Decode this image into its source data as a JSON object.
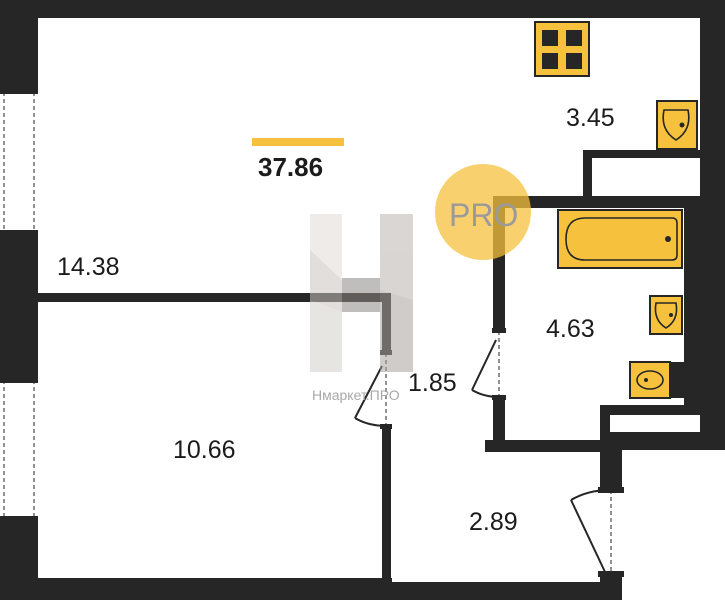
{
  "plan": {
    "total_area": "37.86",
    "rooms": [
      {
        "id": "room-14-38",
        "area": "14.38"
      },
      {
        "id": "room-10-66",
        "area": "10.66"
      },
      {
        "id": "room-3-45",
        "area": "3.45"
      },
      {
        "id": "room-4-63",
        "area": "4.63"
      },
      {
        "id": "room-1-85",
        "area": "1.85"
      },
      {
        "id": "room-2-89",
        "area": "2.89"
      }
    ]
  },
  "badge": {
    "text": "PRO"
  },
  "watermark": {
    "text": "Нмаркет.ПРО"
  },
  "colors": {
    "wall": "#262626",
    "fixture": "#f6c23e",
    "badge": "#f6c23e",
    "total_underline": "#f6c23e"
  }
}
